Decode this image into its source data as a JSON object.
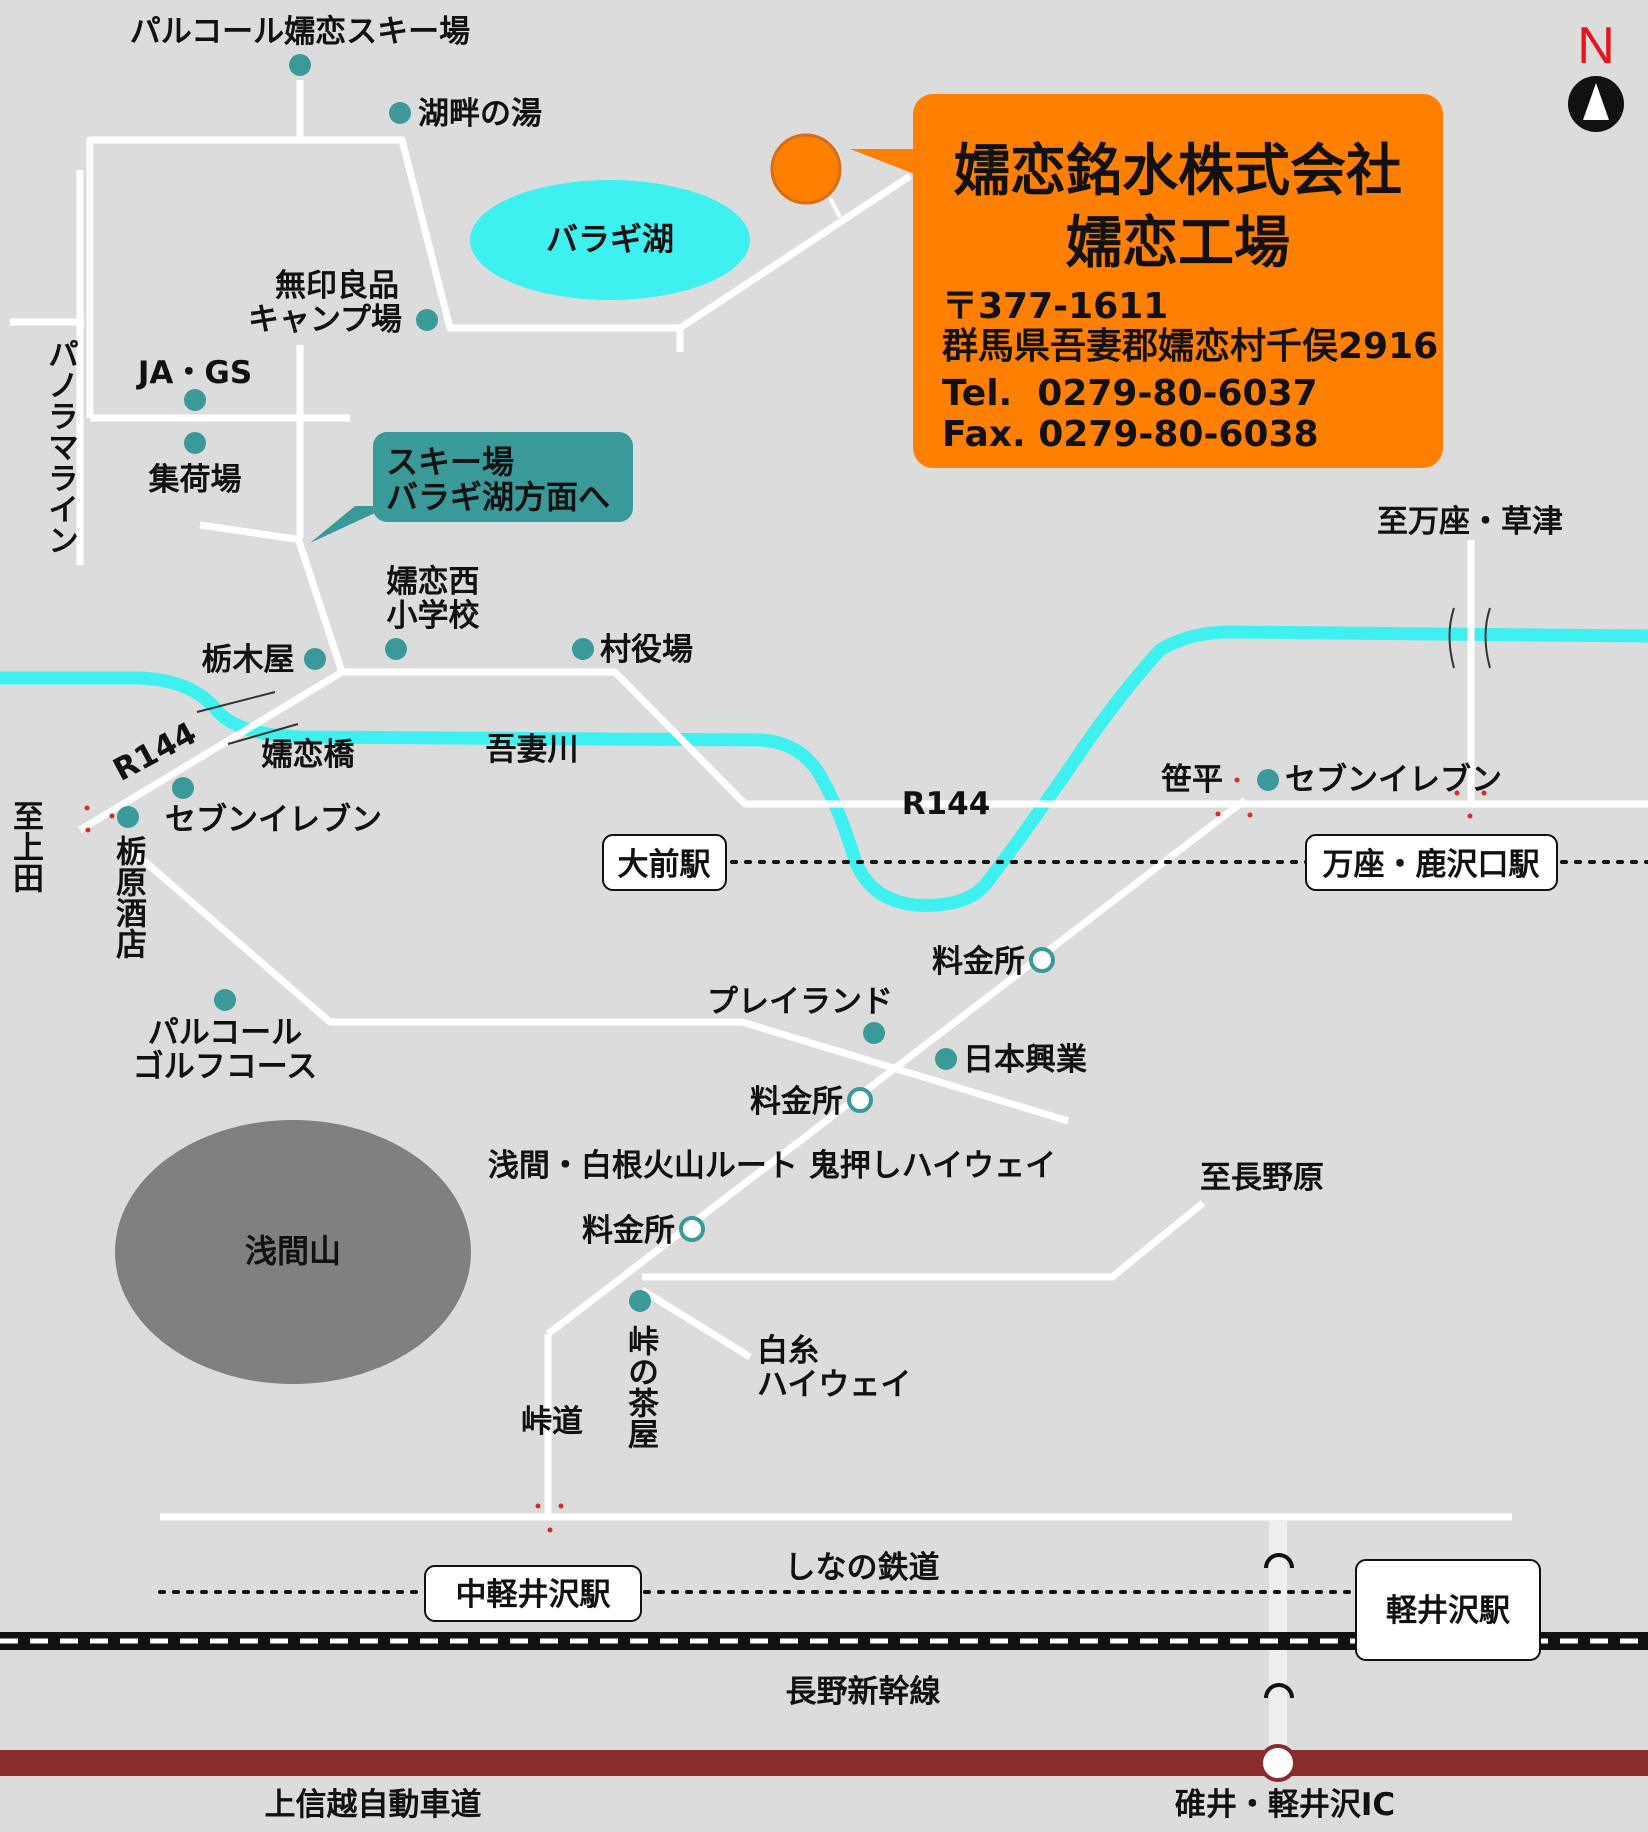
{
  "compass": {
    "north_label": "N"
  },
  "company": {
    "name": "嬬恋銘水株式会社",
    "factory": "嬬恋工場",
    "postal": "〒377-1611",
    "address": "群馬県吾妻郡嬬恋村千俣2916",
    "tel": "Tel.  0279-80-6037",
    "fax": "Fax. 0279-80-6038"
  },
  "callout": {
    "line1": "スキー場",
    "line2": "バラギ湖方面へ"
  },
  "lakes": {
    "baragi": "バラギ湖"
  },
  "mountain": {
    "asama": "浅間山"
  },
  "places": {
    "palcole_ski": "パルコール嬬恋スキー場",
    "kohan_no_yu": "湖畔の湯",
    "muji_camp_1": "無印良品",
    "muji_camp_2": "キャンプ場",
    "ja_gs": "JA・GS",
    "shukaba": "集荷場",
    "tochikiya": "栃木屋",
    "tsumagoi_nishi_1": "嬬恋西",
    "tsumagoi_nishi_2": "小学校",
    "village_office": "村役場",
    "seven_1": "セブンイレブン",
    "tochihara_sake": "栃原酒店",
    "seven_2": "セブンイレブン",
    "sasadaira": "笹平",
    "tollgate_1": "料金所",
    "play_land": "プレイランド",
    "nihon_kogyo": "日本興業",
    "tollgate_2": "料金所",
    "tollgate_3": "料金所",
    "toge_no_chaya": "峠の茶屋",
    "palcole_golf_1": "パルコール",
    "palcole_golf_2": "ゴルフコース"
  },
  "roads": {
    "panorama_line": "パノラマライン",
    "r144_left": "R144",
    "r144_right": "R144",
    "to_ueda": "至上田",
    "to_manza": "至万座・草津",
    "to_naganohara": "至長野原",
    "onioshi_hw": "浅間・白根火山ルート 鬼押しハイウェイ",
    "shiraito_1": "白糸",
    "shiraito_2": "ハイウェイ",
    "toge_michi": "峠道",
    "jyoshinetsu": "上信越自動車道",
    "usui_ic": "碓井・軽井沢IC"
  },
  "rivers": {
    "agatsuma": "吾妻川"
  },
  "bridges": {
    "tsumagoi": "嬬恋橋"
  },
  "stations": {
    "omae": "大前駅",
    "manza_kazawaguchi": "万座・鹿沢口駅",
    "naka_karuizawa": "中軽井沢駅",
    "karuizawa": "軽井沢駅"
  },
  "railways": {
    "shinano": "しなの鉄道",
    "shinkansen": "長野新幹線"
  },
  "colors": {
    "background": "#dcdcdc",
    "road": "#ffffff",
    "river": "#3ff0f0",
    "lake": "#3ff0f0",
    "poi_dot": "#3a9a9a",
    "callout": "#3a9a9a",
    "company_box": "#ff8000",
    "mountain": "#808080",
    "expressway": "#8b2c2c",
    "north": "#e8141c"
  }
}
